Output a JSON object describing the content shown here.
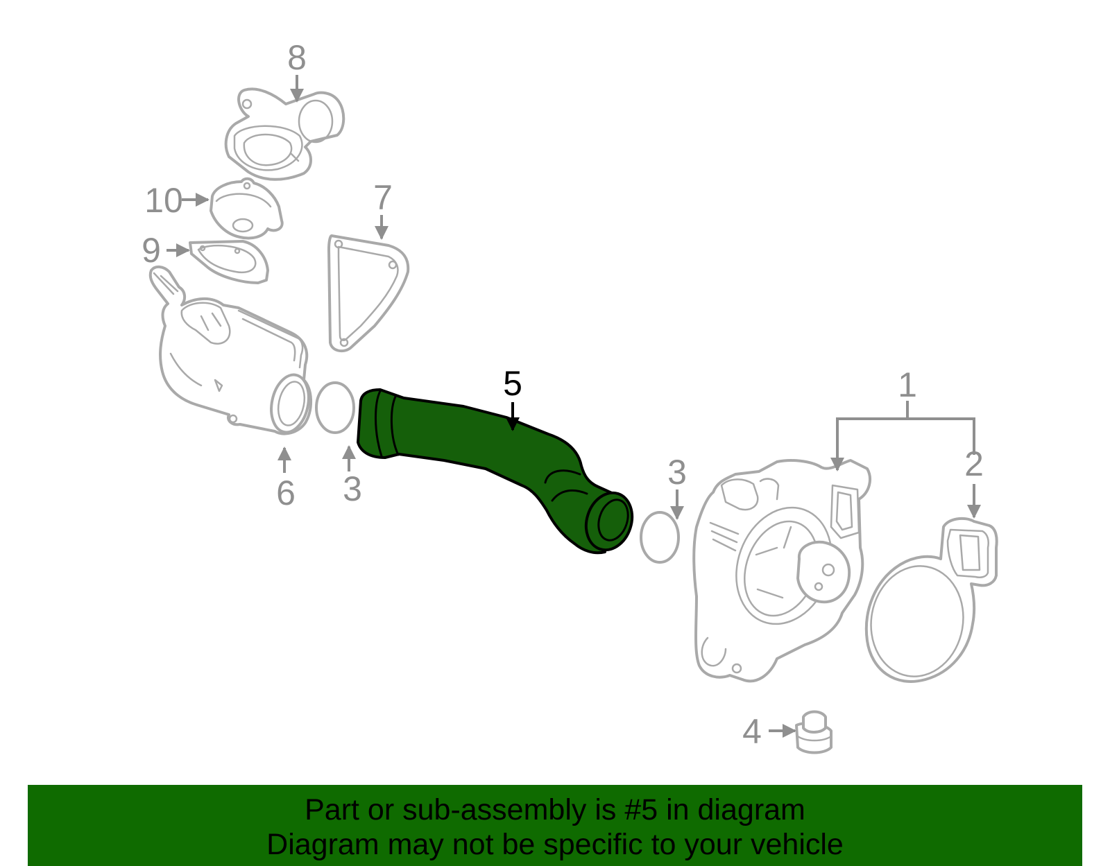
{
  "callouts": {
    "part_1": "1",
    "part_2": "2",
    "part_3_left": "3",
    "part_3_right": "3",
    "part_4": "4",
    "part_5": "5",
    "part_6": "6",
    "part_7": "7",
    "part_8": "8",
    "part_9": "9",
    "part_10": "10"
  },
  "highlight": {
    "part": "5",
    "color": "#155f0a"
  },
  "banner": {
    "line_1": "Part or sub-assembly is #5 in diagram",
    "line_2": "Diagram may not be specific to your vehicle",
    "color": "#0f6b00"
  },
  "colors": {
    "part_outline": "#a9a9a9",
    "callout_text": "#8f8f8f",
    "active_callout_text": "#000000"
  }
}
